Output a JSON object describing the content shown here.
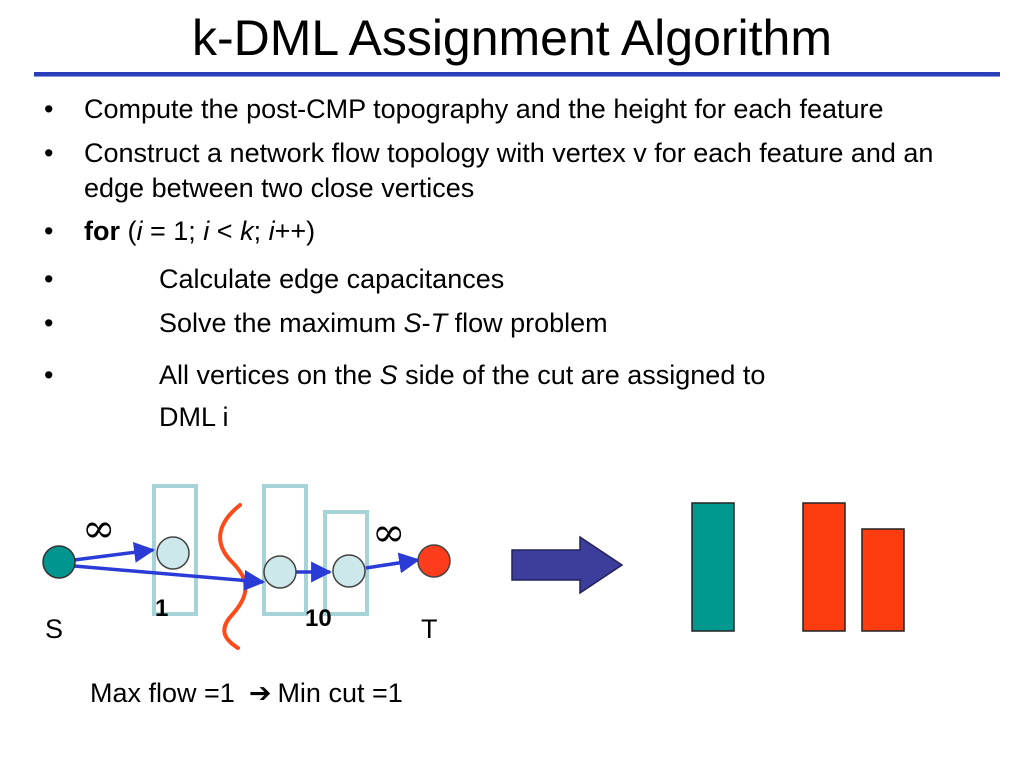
{
  "slide": {
    "title": "k-DML Assignment Algorithm",
    "bullet_glyph": "•",
    "bullets": [
      {
        "text": "Compute the post-CMP topography and the height  for each feature"
      },
      {
        "text": "Construct a network flow topology  with vertex v for each feature and an edge  between two close vertices"
      },
      {
        "for_kw": "for",
        "open": " (",
        "i1": "i",
        "init": " = 1; ",
        "i2": "i",
        "lt": " < ",
        "k": "k",
        "semi": "; ",
        "i3": "i",
        "inc": "++)"
      },
      {
        "text": "Calculate edge capacitances"
      },
      {
        "pre": "Solve the maximum ",
        "S": "S",
        "dash": "-",
        "T": "T",
        "post": " flow  problem"
      },
      {
        "pre": "All vertices on the ",
        "S": "S",
        "post": " side of the cut are assigned to",
        "line2": "DML i"
      }
    ]
  },
  "diagram": {
    "source_label": "S",
    "sink_label": "T",
    "capacity_left": "1",
    "capacity_right": "10",
    "infinity_symbol": "∞",
    "colors": {
      "source": "#00968f",
      "sink": "#ff3c1c",
      "vertex": "#cce8ea",
      "edge": "#2b3bd6",
      "feature_box": "#a6d3d8",
      "cut_line": "#ff4a1a",
      "block_arrow": "#3d3d9c",
      "dml1_block": "#009990",
      "dml2_block": "#ff3b10"
    }
  },
  "caption": {
    "pre": "Max flow =1",
    "arrow": "➔",
    "post": "Min cut =1"
  }
}
